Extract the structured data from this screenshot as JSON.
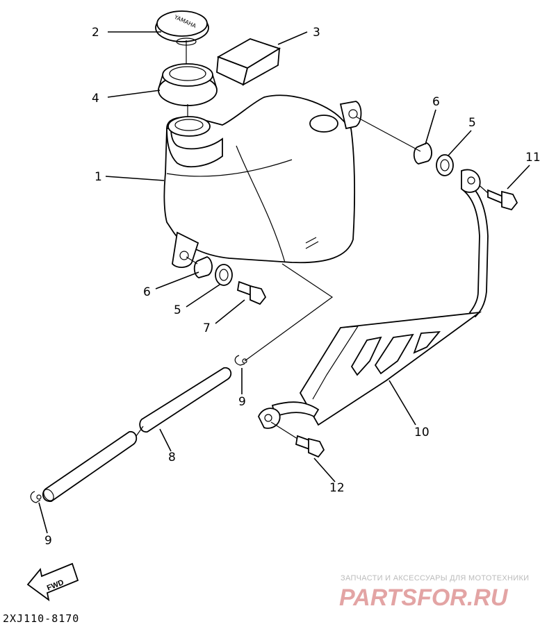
{
  "diagram": {
    "part_labels": [
      "1",
      "2",
      "3",
      "4",
      "5",
      "6",
      "7",
      "8",
      "9",
      "10",
      "11",
      "12",
      "5",
      "6",
      "9"
    ],
    "cap_text": "YAMAHA",
    "fwd_label": "FWD",
    "diagram_code": "2XJ110-8170",
    "watermark": {
      "tagline": "ЗАПЧАСТИ И АКСЕССУАРЫ ДЛЯ МОТОТЕХНИКИ",
      "brand": "PARTSFOR.RU"
    }
  }
}
